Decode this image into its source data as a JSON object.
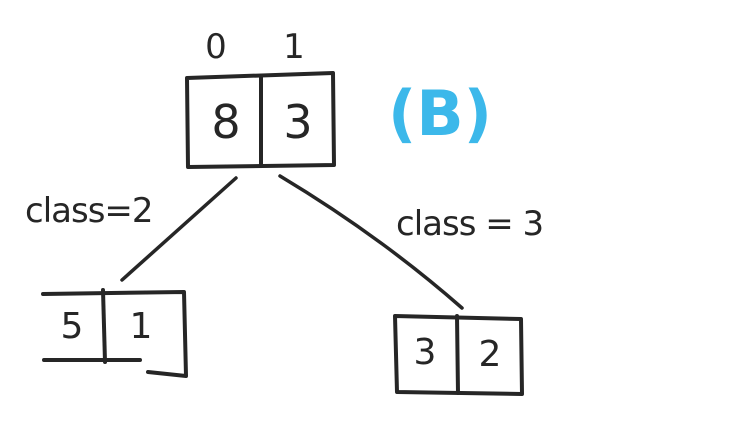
{
  "column_indices": [
    "0",
    "1"
  ],
  "tag": {
    "text": "(B)",
    "color": "#3cb8ea"
  },
  "ink_color": "#262626",
  "root": {
    "cells": [
      "8",
      "3"
    ]
  },
  "left_child": {
    "edge_label": "class=2",
    "cells": [
      "5",
      "1"
    ]
  },
  "right_child": {
    "edge_label": "class = 3",
    "cells": [
      "3",
      "2"
    ]
  }
}
